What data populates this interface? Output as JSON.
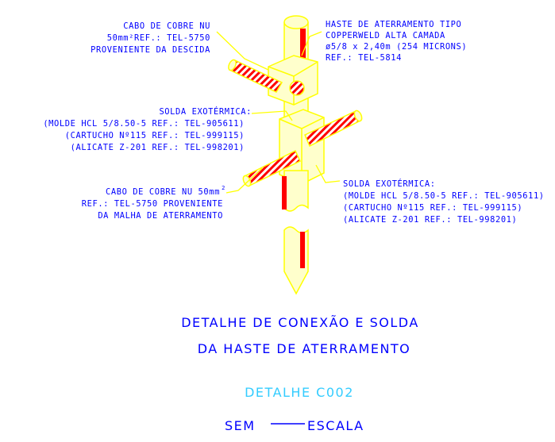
{
  "colors": {
    "line": "#ffff00",
    "body": "#ffffcc",
    "text": "#0000ff",
    "hatch": "#ff0000",
    "detail_code": "#33ccff"
  },
  "labels": {
    "cable_top": [
      "CABO DE COBRE NU",
      "50mm²REF.: TEL-5750",
      "PROVENIENTE DA DESCIDA"
    ],
    "rod": [
      "HASTE DE ATERRAMENTO TIPO",
      "COPPERWELD ALTA CAMADA",
      "ø5/8 x 2,40m (254 MICRONS)",
      "REF.: TEL-5814"
    ],
    "weld_left": [
      "SOLDA EXOTÉRMICA:",
      "(MOLDE HCL 5/8.50-5 REF.: TEL-905611)",
      "(CARTUCHO Nº115 REF.: TEL-999115)",
      "(ALICATE Z-201 REF.: TEL-998201)"
    ],
    "cable_bottom": [
      "CABO DE COBRE NU 50mm",
      "REF.: TEL-5750 PROVENIENTE",
      "DA MALHA DE ATERRAMENTO"
    ],
    "cable_bottom_sup": "2",
    "weld_right": [
      "SOLDA EXOTÉRMICA:",
      "(MOLDE HCL 5/8.50-5 REF.: TEL-905611)",
      "(CARTUCHO Nº115 REF.: TEL-999115)",
      "(ALICATE Z-201 REF.: TEL-998201)"
    ]
  },
  "title": {
    "line1": "DETALHE DE CONEXÃO E SOLDA",
    "line2": "DA HASTE DE ATERRAMENTO",
    "detail_code": "DETALHE C002",
    "scale_left": "SEM",
    "scale_right": "ESCALA"
  }
}
